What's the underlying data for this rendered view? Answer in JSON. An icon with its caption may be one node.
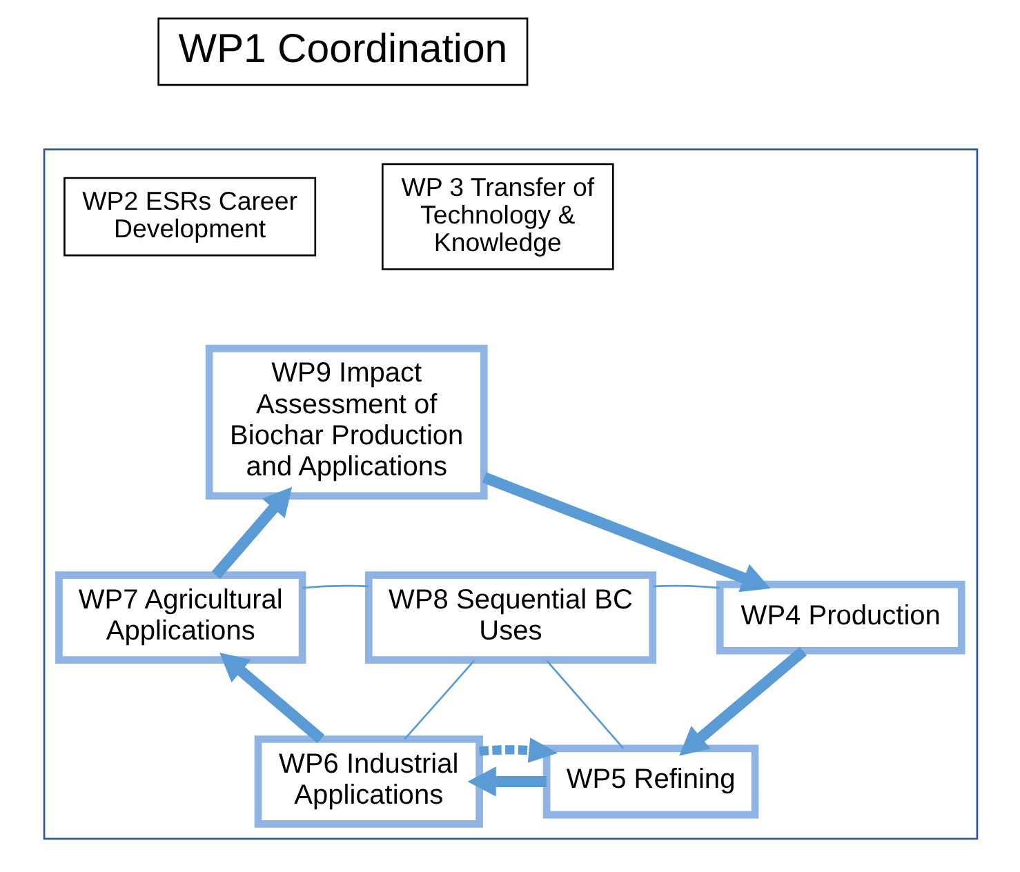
{
  "diagram": {
    "nodes": [
      {
        "text": [
          "WP1 Coordination"
        ]
      },
      {
        "text": [],
        "shape": "hexagon"
      },
      {
        "text": [
          "WP2 ESRs Career Development"
        ],
        "in": 1
      },
      {
        "text": [
          "WP 3 Transfer of Technology & Knowledge"
        ],
        "in": 1
      },
      {
        "text": [
          "WP9 Impact Assessment of Biochar Production and Applications"
        ],
        "in": 1
      },
      {
        "text": [
          "WP4 Production"
        ],
        "in": 1
      },
      {
        "text": [
          "WP8 Sequential BC Uses"
        ],
        "in": 1
      },
      {
        "text": [
          "WP7 Agricultural Applications"
        ],
        "in": 1
      },
      {
        "text": [
          "WP5 Refining"
        ],
        "in": 1
      },
      {
        "text": [
          "WP6 Industrial Applications"
        ],
        "in": 1
      }
    ],
    "edges": [
      {
        "from": 4,
        "to": 5,
        "arrow": "to"
      },
      {
        "from": 5,
        "to": 8,
        "arrow": "to"
      },
      {
        "from": 8,
        "to": 9,
        "arrow": "to"
      },
      {
        "from": 9,
        "to": 7,
        "arrow": "to"
      },
      {
        "from": 7,
        "to": 4,
        "arrow": "to"
      },
      {
        "from": 9,
        "to": 8,
        "arrow": "to",
        "style": "dashed"
      },
      {
        "from": 6,
        "to": 5,
        "arrow": "none"
      },
      {
        "from": 6,
        "to": 7,
        "arrow": "none"
      },
      {
        "from": 6,
        "to": 8,
        "arrow": "none"
      },
      {
        "from": 6,
        "to": 9,
        "arrow": "none"
      }
    ]
  }
}
